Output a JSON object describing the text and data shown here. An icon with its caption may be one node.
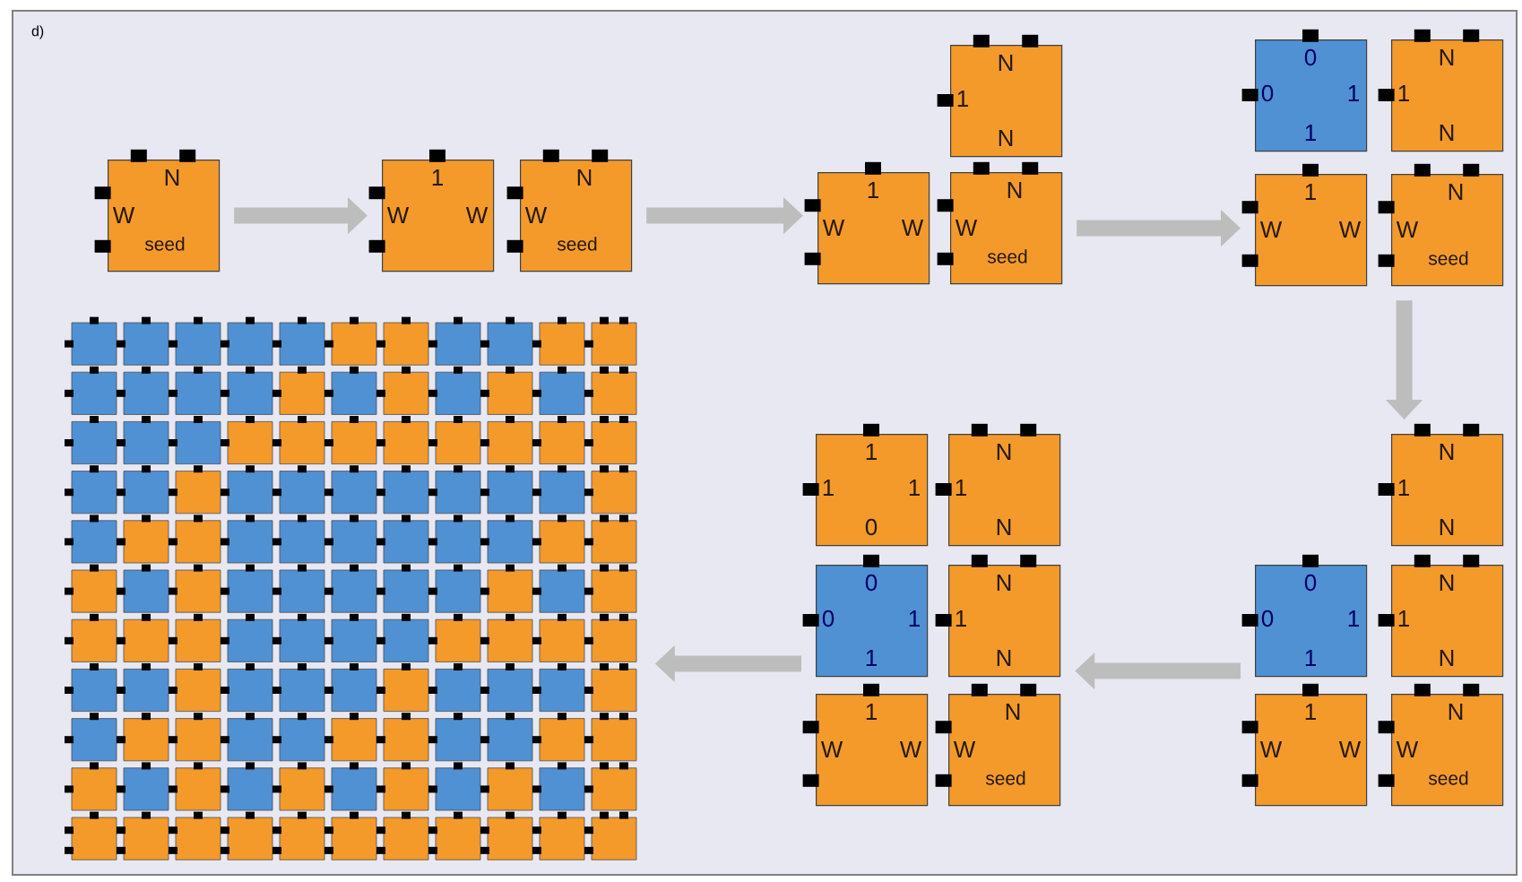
{
  "diagram": {
    "nodes": [
      {
        "text": [
          "N",
          "W",
          "seed"
        ]
      },
      {
        "text": [
          "1",
          "W",
          "W"
        ]
      },
      {
        "text": [
          "N",
          "W",
          "seed"
        ]
      },
      {
        "text": [
          "N",
          "1",
          "N"
        ]
      },
      {
        "text": [
          "1",
          "W",
          "W"
        ]
      },
      {
        "text": [
          "N",
          "W",
          "seed"
        ]
      },
      {
        "text": [
          "0",
          "0",
          "1",
          "1"
        ]
      },
      {
        "text": [
          "N",
          "1",
          "N"
        ]
      },
      {
        "text": [
          "1",
          "W",
          "W"
        ]
      },
      {
        "text": [
          "N",
          "W",
          "seed"
        ]
      },
      {
        "text": [
          "N",
          "1",
          "N"
        ]
      },
      {
        "text": [
          "0",
          "0",
          "1",
          "1"
        ]
      },
      {
        "text": [
          "N",
          "1",
          "N"
        ]
      },
      {
        "text": [
          "1",
          "W",
          "W"
        ]
      },
      {
        "text": [
          "N",
          "W",
          "seed"
        ]
      },
      {
        "text": [
          "1",
          "1",
          "1",
          "0"
        ]
      },
      {
        "text": [
          "N",
          "1",
          "N"
        ]
      },
      {
        "text": [
          "0",
          "0",
          "1",
          "1"
        ]
      },
      {
        "text": [
          "N",
          "1",
          "N"
        ]
      },
      {
        "text": [
          "1",
          "W",
          "W"
        ]
      },
      {
        "text": [
          "N",
          "W",
          "seed"
        ]
      },
      {
        "text": [],
        "shape": "picture"
      }
    ],
    "edges": [
      {
        "from": 0,
        "to": 1,
        "arrow": "to"
      },
      {
        "from": 2,
        "to": 4,
        "arrow": "to"
      },
      {
        "from": 5,
        "to": 8,
        "arrow": "to"
      },
      {
        "from": 9,
        "to": 10,
        "arrow": "to"
      },
      {
        "from": 11,
        "to": 18,
        "arrow": "to"
      },
      {
        "from": 17,
        "to": 21,
        "arrow": "to"
      }
    ],
    "labels": [
      "d)"
    ]
  }
}
